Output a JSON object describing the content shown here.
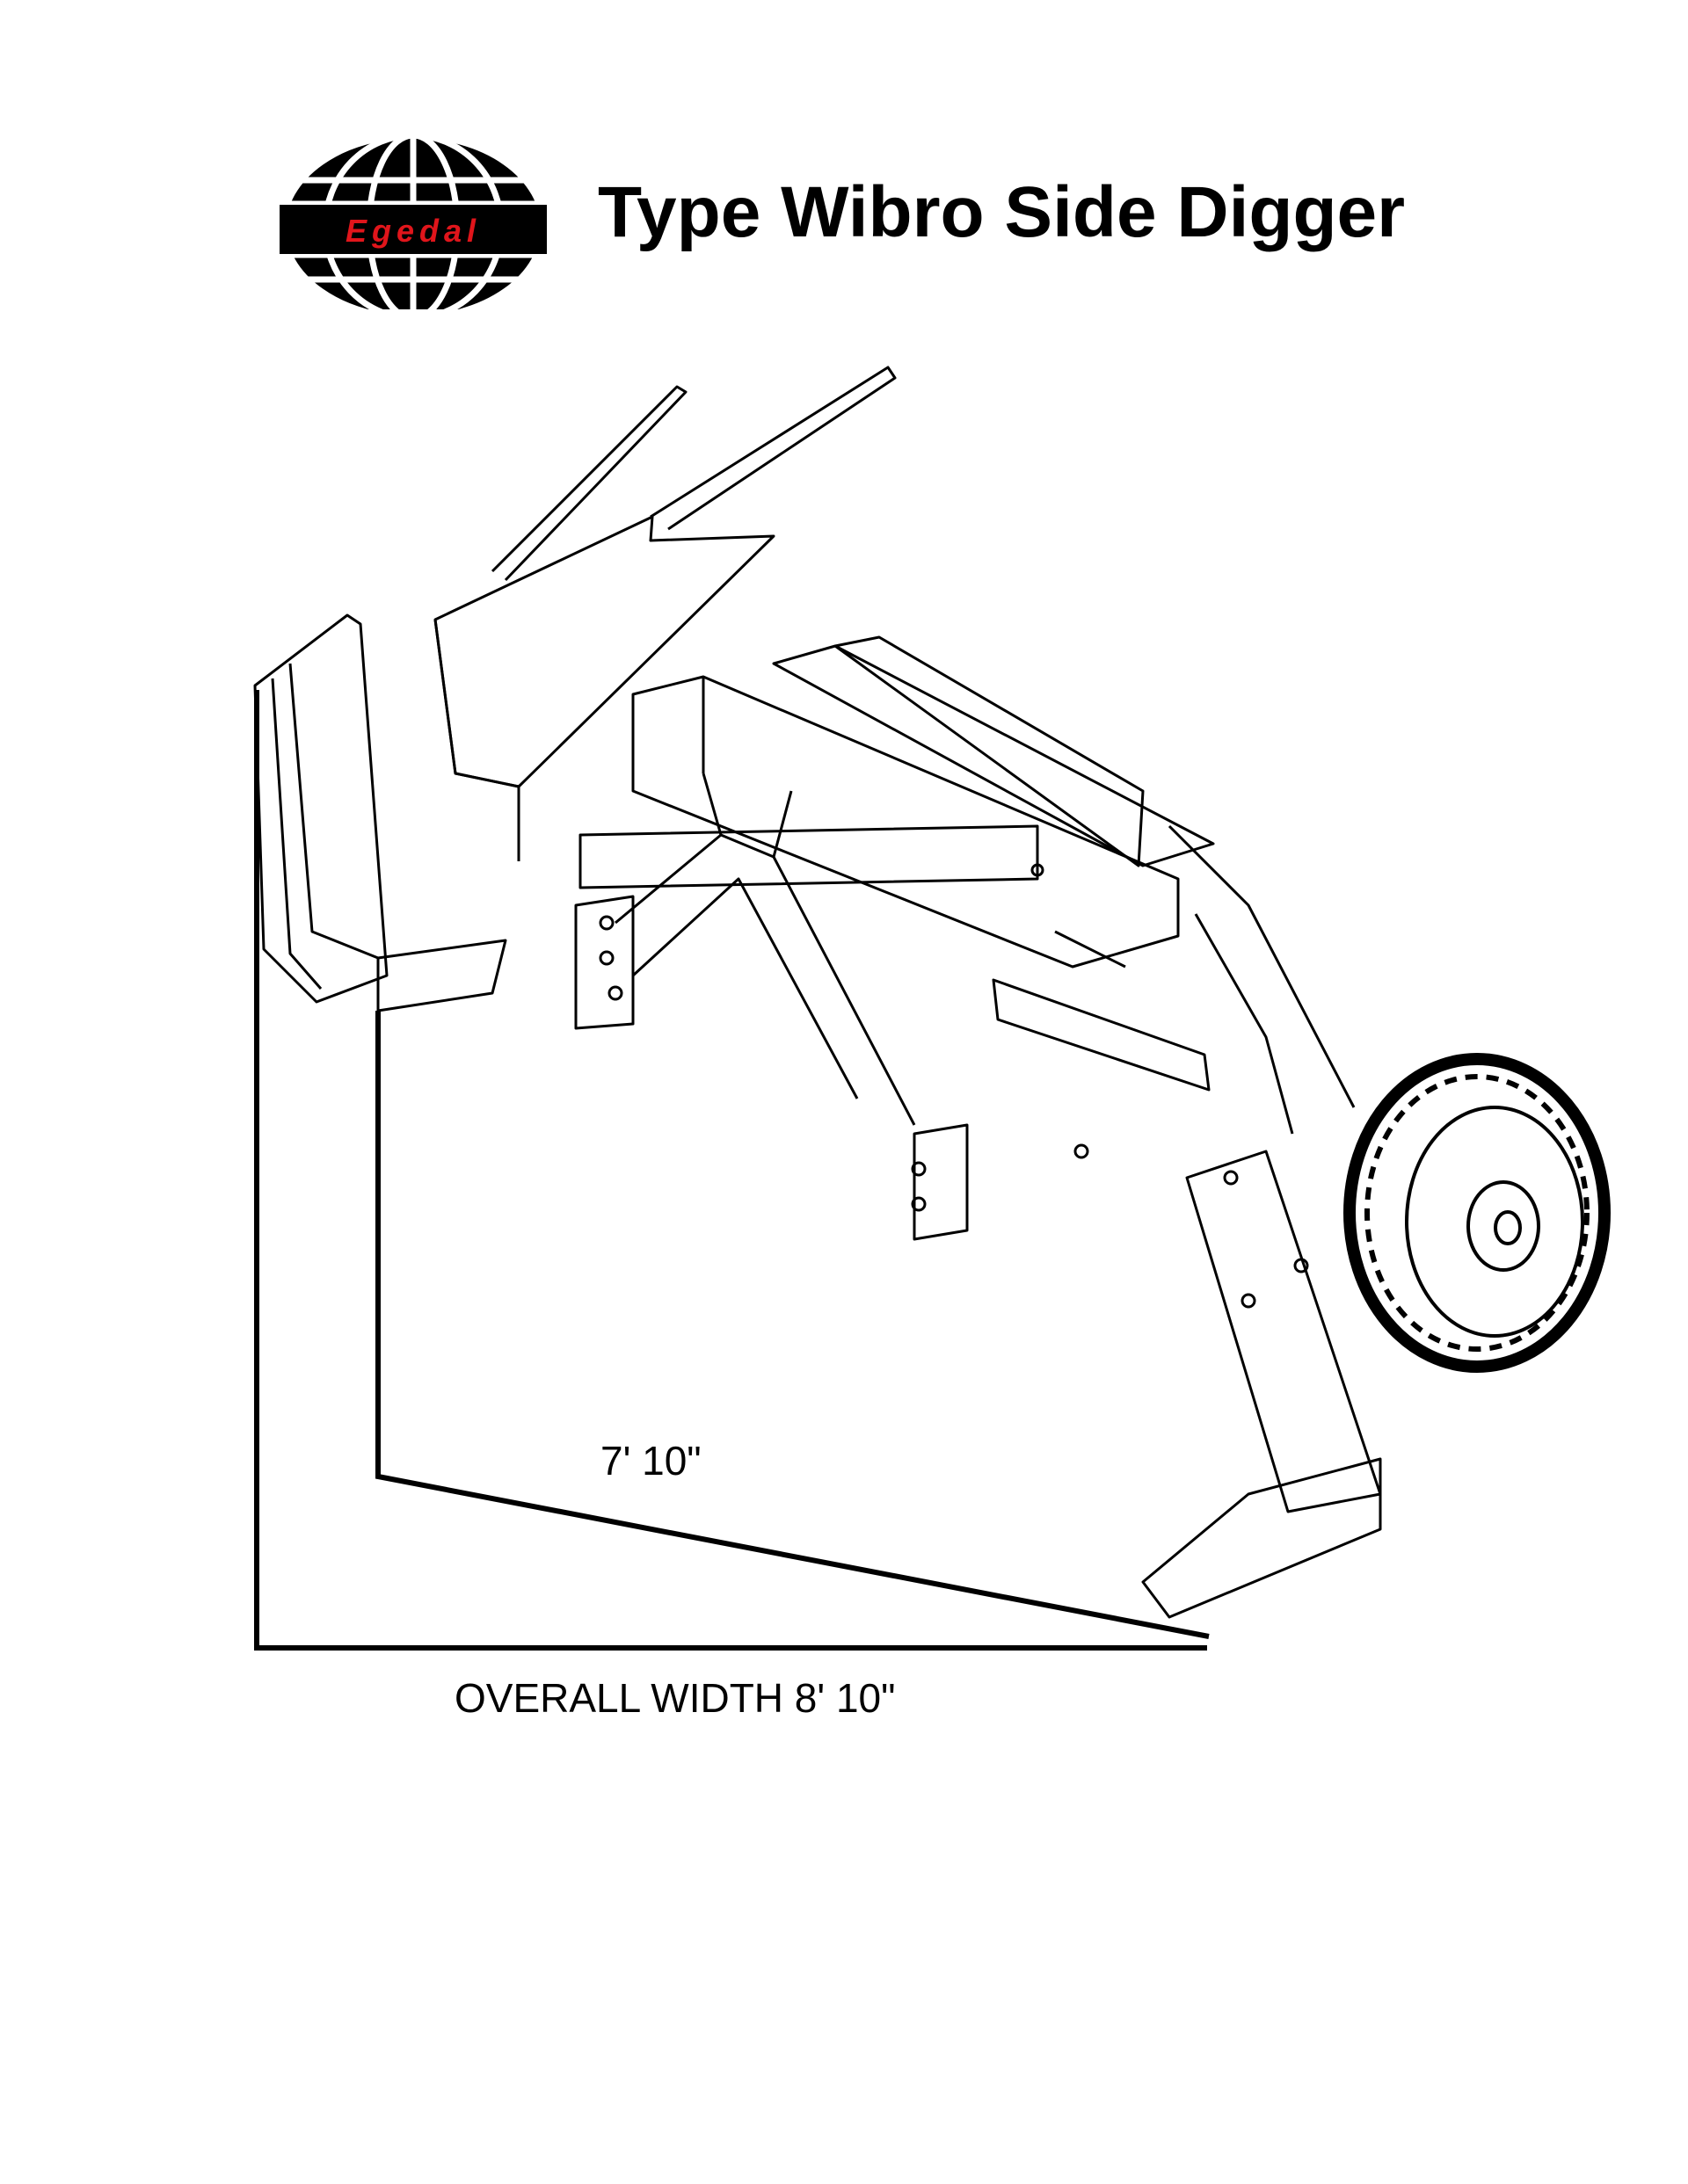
{
  "logo": {
    "text": "Egedal",
    "text_color": "#e0151b",
    "globe_color": "#000000"
  },
  "title": "Type Wibro Side Digger",
  "dimensions": {
    "inner": "7' 10\"",
    "overall": "OVERALL WIDTH 8' 10\""
  }
}
